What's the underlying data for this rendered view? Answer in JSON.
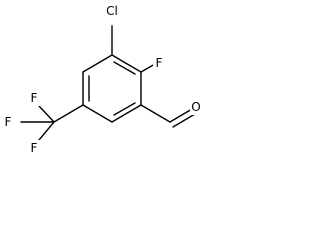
{
  "structure": {
    "atoms": {
      "chlorine": "Cl",
      "fluorine_ring": "F",
      "fluorine_cf3_top": "F",
      "fluorine_cf3_left": "F",
      "fluorine_cf3_bottom": "F",
      "oxygen": "O"
    }
  }
}
